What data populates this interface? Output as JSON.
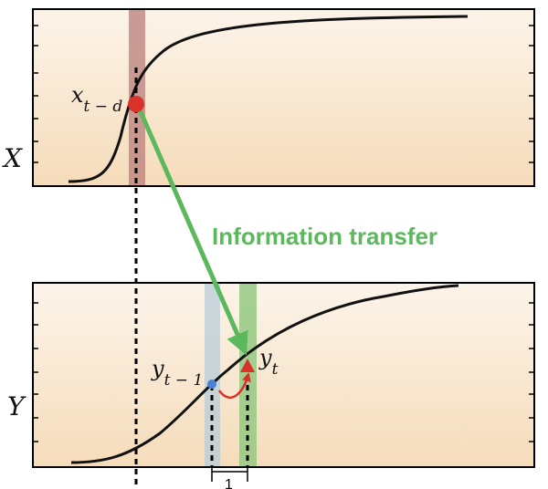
{
  "panels": {
    "top_axis_label": "X",
    "bottom_axis_label": "Y"
  },
  "points": {
    "x_past": {
      "base": "x",
      "sub": "t − d",
      "color": "#d9322b"
    },
    "y_prev": {
      "base": "y",
      "sub": "t − 1",
      "color": "#4a83d6"
    },
    "y_now": {
      "base": "y",
      "sub": "t",
      "color": "#d9322b"
    }
  },
  "arrow_label": "Information transfer",
  "lag_label": "1",
  "colors": {
    "panel_fill_top": "#fbf1e4",
    "panel_fill_bottom": "#f6ddbb",
    "curve": "#111111",
    "transfer_arrow": "#5cb85c",
    "lag_band": "#b8ccd8",
    "source_band": "#b97d7a",
    "target_band": "#8fc77d",
    "feedback_arrow": "#d9322b"
  }
}
